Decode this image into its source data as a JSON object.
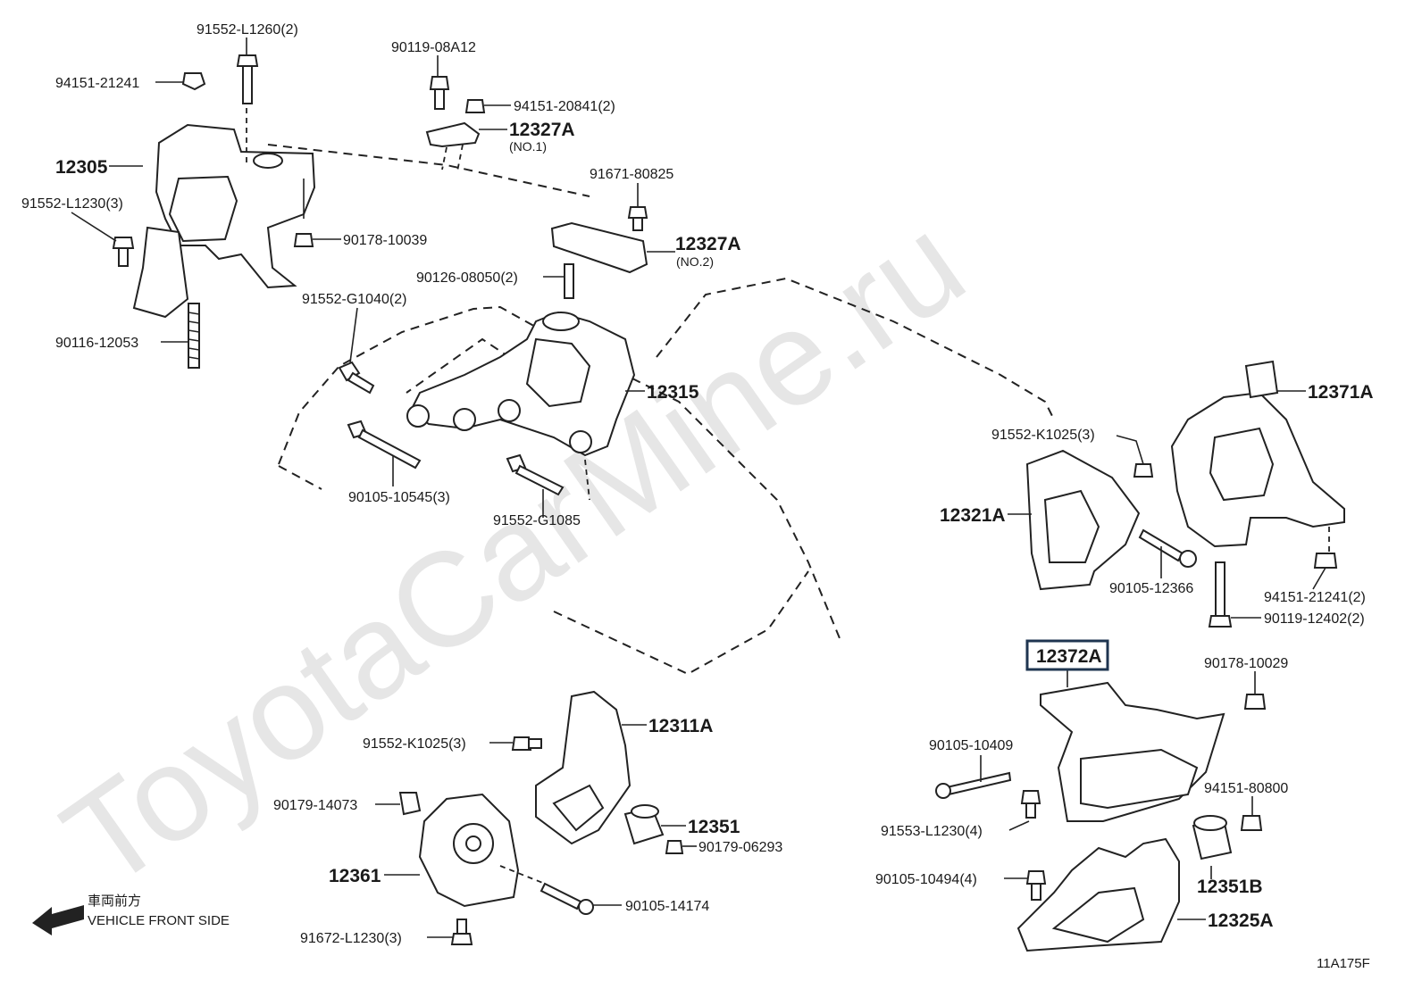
{
  "watermark": "ToyotaCarMine.ru",
  "diagram_code": "11A175F",
  "direction_indicator": {
    "label_jp": "車両前方",
    "label_en": "VEHICLE FRONT SIDE"
  },
  "parts": {
    "p12305": "12305",
    "p12315": "12315",
    "p12327a_1": "12327A",
    "p12327a_1_note": "(NO.1)",
    "p12327a_2": "12327A",
    "p12327a_2_note": "(NO.2)",
    "p12371a": "12371A",
    "p12321a": "12321A",
    "p12372a": "12372A",
    "p12311a": "12311A",
    "p12351": "12351",
    "p12361": "12361",
    "p12351b": "12351B",
    "p12325a": "12325A"
  },
  "fasteners": {
    "f1": "91552-L1260(2)",
    "f2": "94151-21241",
    "f3": "90119-08A12",
    "f4": "94151-20841(2)",
    "f5": "91552-L1230(3)",
    "f6": "90178-10039",
    "f7": "91671-80825",
    "f8": "90126-08050(2)",
    "f9": "91552-G1040(2)",
    "f10": "90116-12053",
    "f11": "90105-10545(3)",
    "f12": "91552-G1085",
    "f13": "91552-K1025(3)",
    "f14": "90105-12366",
    "f15": "94151-21241(2)",
    "f16": "90119-12402(2)",
    "f17": "90178-10029",
    "f18": "90105-10409",
    "f19": "94151-80800",
    "f20": "91553-L1230(4)",
    "f21": "90105-10494(4)",
    "f22": "91552-K1025(3)",
    "f23": "90179-14073",
    "f24": "90179-06293",
    "f25": "90105-14174",
    "f26": "91672-L1230(3)"
  },
  "colors": {
    "line": "#222222",
    "highlight_box": "#1f3550",
    "watermark": "#e6e6e6"
  }
}
